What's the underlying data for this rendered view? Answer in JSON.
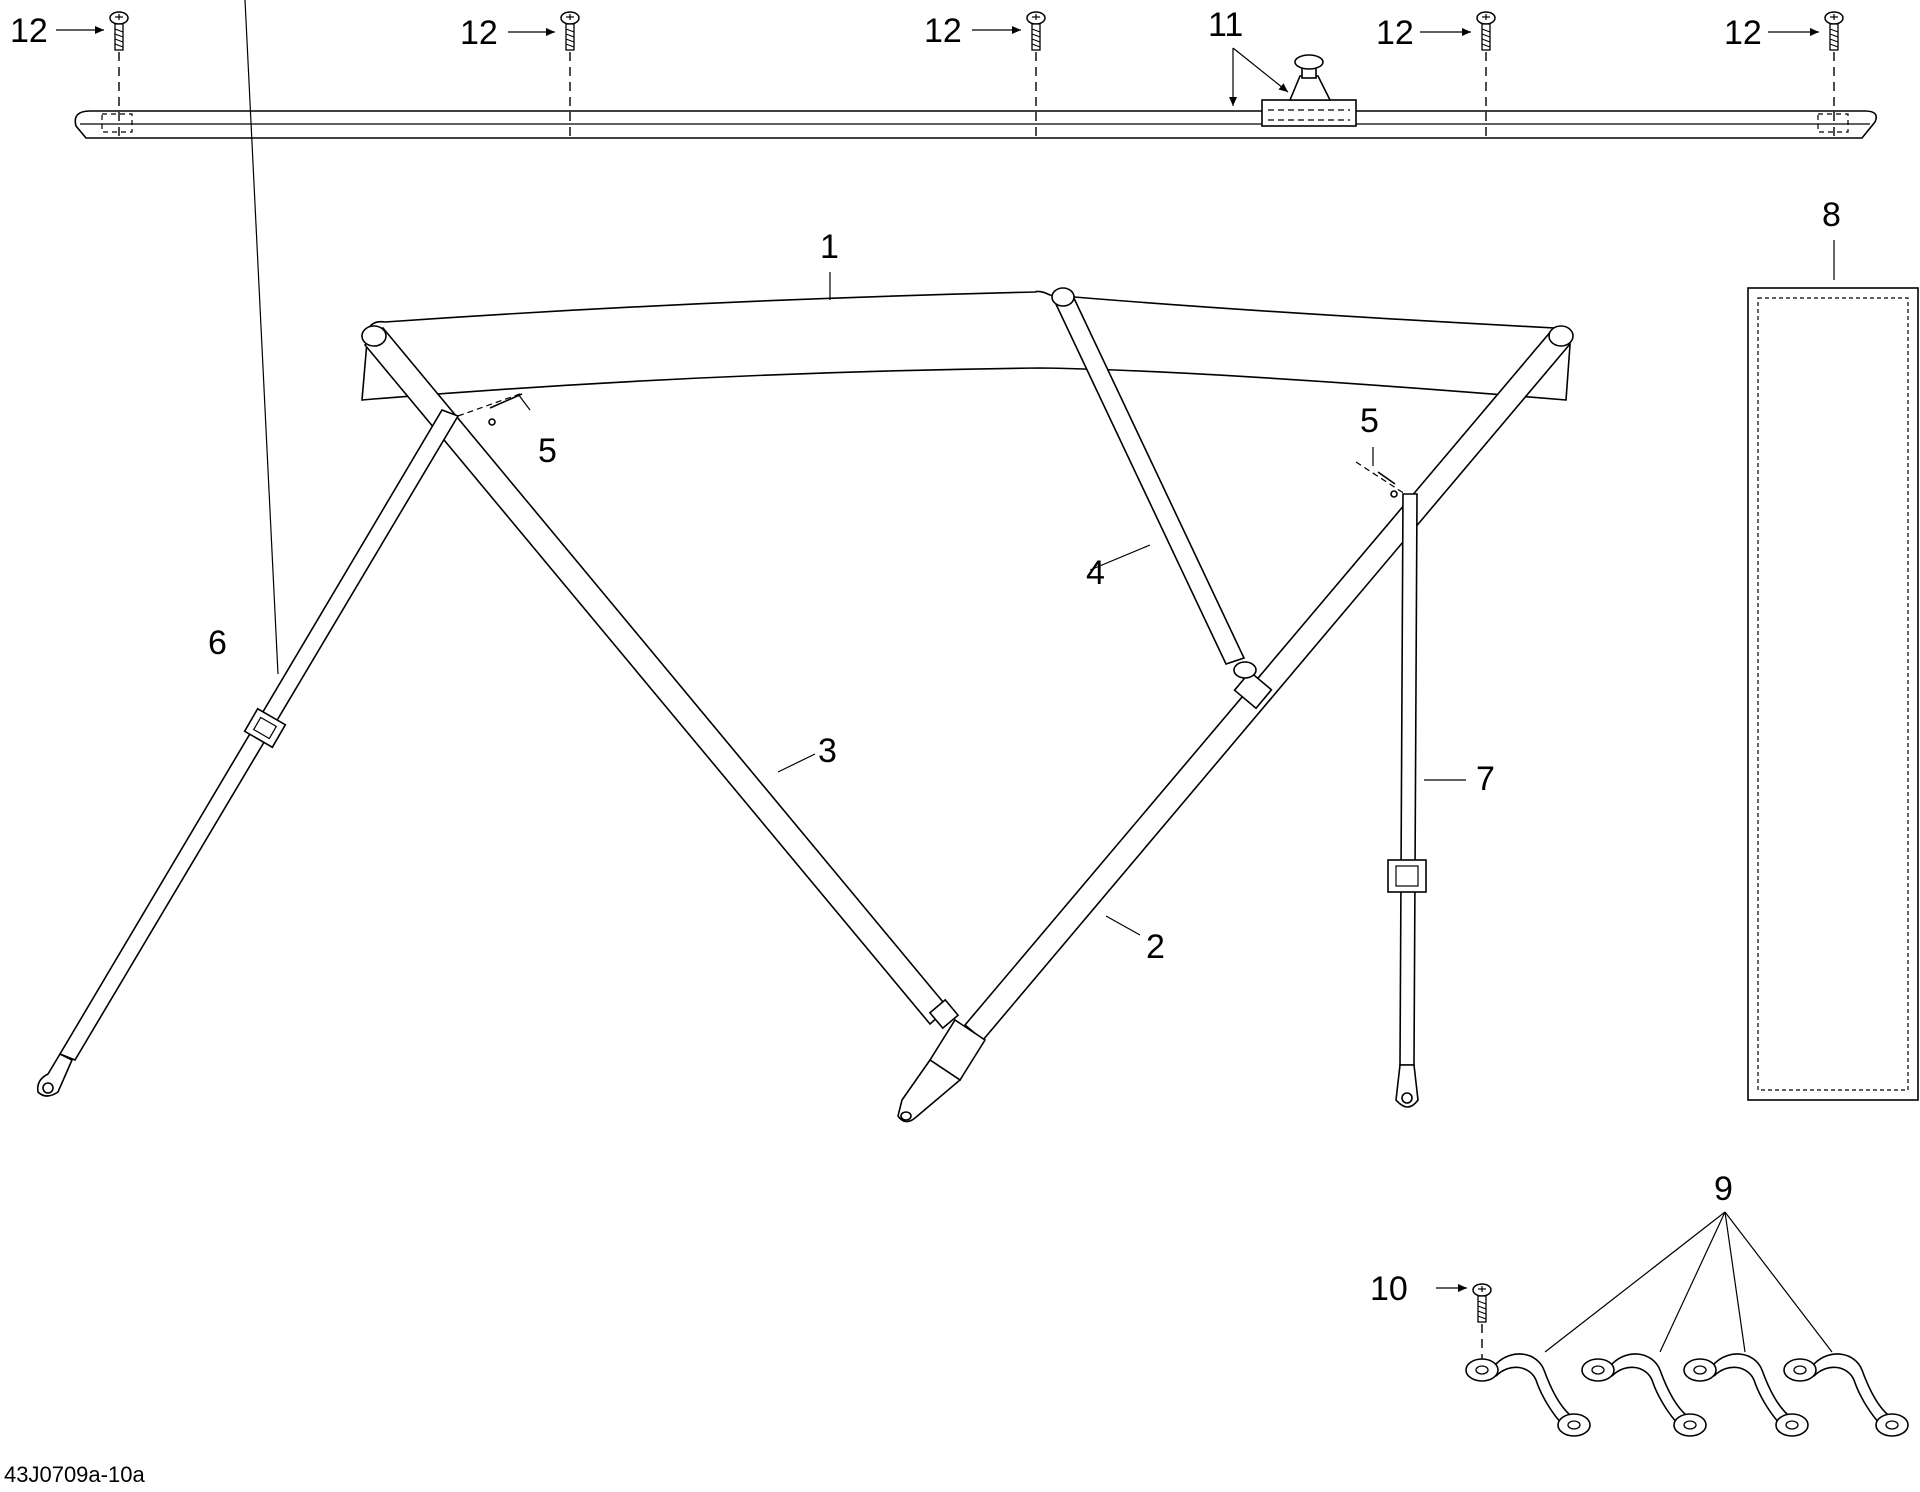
{
  "diagram": {
    "figure_code": "43J0709a-10a",
    "callouts": {
      "c1": "1",
      "c2": "2",
      "c3": "3",
      "c4": "4",
      "c5": "5",
      "c6": "6",
      "c7": "7",
      "c8": "8",
      "c9": "9",
      "c10": "10",
      "c11": "11",
      "c12": "12"
    }
  }
}
